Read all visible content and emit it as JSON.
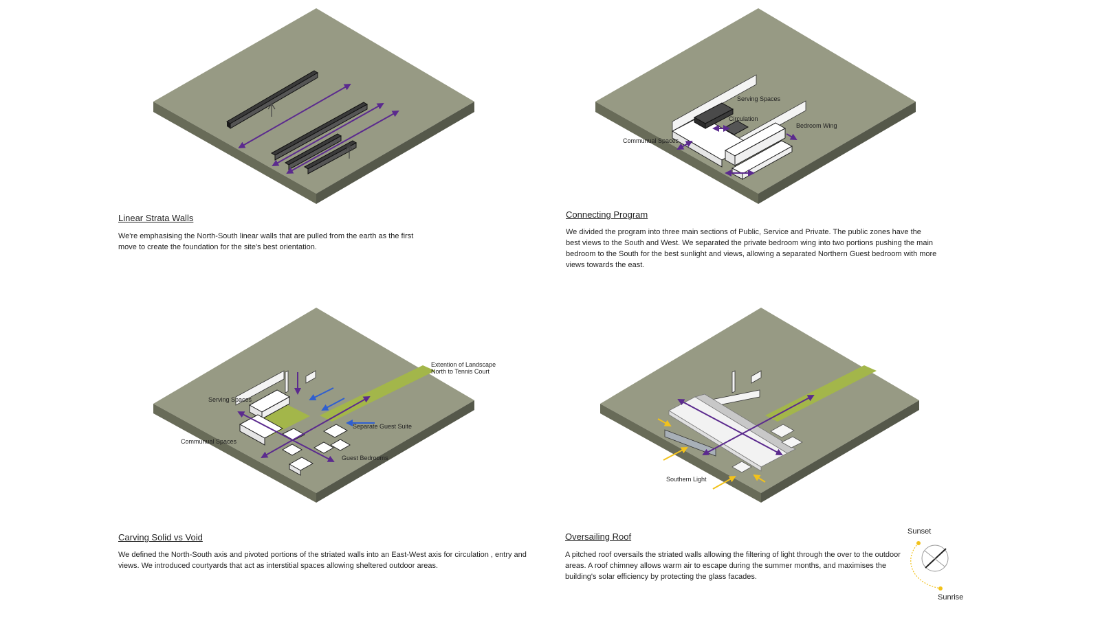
{
  "colors": {
    "ground_top": "#979a84",
    "ground_left": "#686b58",
    "ground_right": "#55584a",
    "purple": "#5b2a8e",
    "blue": "#2f5fd0",
    "yellow": "#f2c21b",
    "green": "#a3b64a"
  },
  "panels": [
    {
      "title": "Linear Strata Walls",
      "body": "We're emphasising the North-South linear walls that are pulled from the earth as the first move to create the foundation for the site's best orientation.",
      "labels": []
    },
    {
      "title": "Connecting Program",
      "body": "We divided the program into three main sections of Public, Service and Private. The public zones have the best views to the South and West. We separated the private bedroom wing into two portions pushing the main bedroom to the South for the best sunlight and views, allowing a separated Northern Guest bedroom with more views towards the east.",
      "labels": [
        "Serving Spaces",
        "Circulation",
        "Bedroom Wing",
        "Communual Spaces"
      ]
    },
    {
      "title": "Carving Solid vs Void",
      "body": "We defined the North-South axis and pivoted portions of  the striated walls into an East-West axis for circulation , entry and views. We introduced courtyards that act as interstitial spaces allowing sheltered outdoor areas.",
      "labels": [
        "Extention of Landscape",
        "North to Tennis Court",
        "Serving Spaces",
        "Separate Guest Suite",
        "Communual Spaces",
        "Guest Bedrooms"
      ]
    },
    {
      "title": "Oversailing Roof",
      "body": "A pitched roof oversails the striated walls  allowing  the filtering of light through the over to the outdoor areas. A roof chimney allows warm air to escape during the summer months, and maximises the building's solar efficiency by protecting the glass facades.",
      "labels": [
        "Southern Light"
      ]
    }
  ],
  "sun_path": {
    "sunset": "Sunset",
    "sunrise": "Sunrise"
  }
}
